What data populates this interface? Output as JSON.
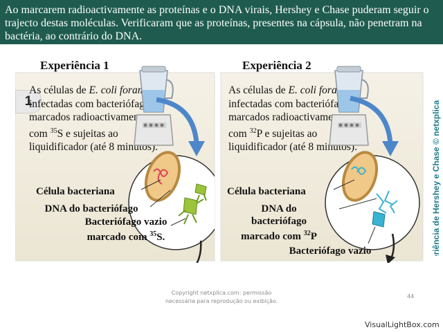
{
  "header": {
    "text": "Ao marcarem radioactivamente as proteínas e o DNA virais, Hershey e Chase puderam seguir o trajecto destas moléculas. Verificaram que as proteínas, presentes na cápsula, não penetram na bactéria, ao contrário do DNA."
  },
  "step_number": "1",
  "experiment1": {
    "title": "Experiência 1",
    "text_part1": "As células de ",
    "text_italic": "E. coli foram",
    "text_part2": " infectadas com bacteriófagos marcados radioactivamente com ",
    "isotope_sup": "35",
    "text_part3": "S e sujeitas ao liquidificador (até 8 minutos).",
    "label_cell": "Célula bacteriana",
    "label_dna": "DNA do bacteriófago",
    "label_empty_line1": "Bacteriófago vazio",
    "label_empty_line2_pre": "marcado com ",
    "label_empty_sup": "35",
    "label_empty_line2_post": "S."
  },
  "experiment2": {
    "title": "Experiência 2",
    "text_part1": "As células de ",
    "text_italic": "E. coli foram",
    "text_part2": " infectadas com bacteriófagos marcados radioactivamente com ",
    "isotope_sup": "32",
    "text_part3": "P e sujeitas ao liquidificador (até 8 minutos).",
    "label_cell": "Célula bacteriana",
    "label_dna_line1": "DNA do",
    "label_dna_line2": "bacteriófago",
    "label_dna_line3_pre": "marcado com ",
    "label_dna_sup": "32",
    "label_dna_line3_post": "P",
    "label_empty": "Bacteriófago vazio"
  },
  "credit": "Experiência de Hershey e Chase © netxplica.com",
  "footer": {
    "line1": "Copyright netxplica.com: permissão",
    "line2": "necessária para reprodução ou exibição."
  },
  "page_number": "44",
  "watermark": "VisualLightBox.com",
  "colors": {
    "header_bg": "#1f5c4f",
    "panel_bg": "#f1ecdd",
    "credit_text": "#1f7b8a",
    "arrow_blue": "#4d87c9",
    "dna_red": "#d9465a",
    "phage_green": "#9cc43a",
    "dna_cyan": "#39b3d2"
  }
}
